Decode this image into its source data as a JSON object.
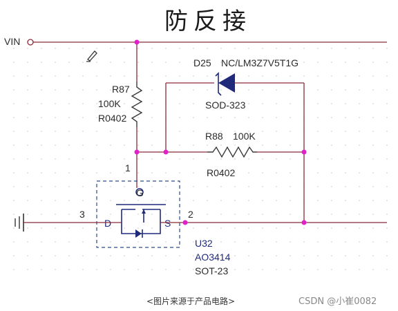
{
  "title": "防反接",
  "colors": {
    "wire": "#8a2a3a",
    "junction": "#e020c8",
    "component": "#3a3a3a",
    "mosfet": "#1f2a7a",
    "grid": "#c8c8c8"
  },
  "nets": {
    "vin_label": "VIN"
  },
  "icons": {
    "pen_cursor": "pen-icon",
    "ground": "ground-icon"
  },
  "components": {
    "d25": {
      "ref": "D25",
      "value": "NC/LM3Z7V5T1G",
      "package": "SOD-323"
    },
    "r87": {
      "ref": "R87",
      "value": "100K",
      "package": "R0402"
    },
    "r88": {
      "ref": "R88",
      "value": "100K",
      "package": "R0402"
    },
    "u32": {
      "ref": "U32",
      "part": "AO3414",
      "package": "SOT-23",
      "pin_gate": "1",
      "pin_drain": "3",
      "pin_source": "2",
      "label_g": "G",
      "label_d": "D",
      "label_s": "S"
    }
  },
  "caption": "<图片来源于产品电路>",
  "watermark": "CSDN @小崔0082"
}
